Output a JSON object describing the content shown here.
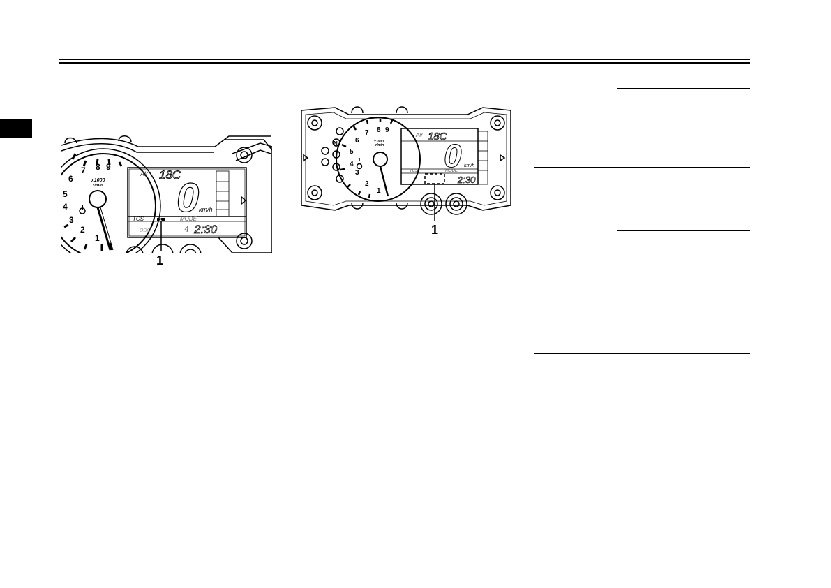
{
  "page": {
    "accent": "#000000"
  },
  "figure_left": {
    "callout": "1",
    "dial_numbers": [
      "1",
      "2",
      "3",
      "4",
      "5",
      "6",
      "7",
      "8",
      "9"
    ],
    "dial_unit_line1": "x1000",
    "dial_unit_line2": "r/min",
    "air_label": "Air",
    "air_value": "18C",
    "speed_value": "0",
    "speed_unit": "km/h",
    "tcs_label": "TCS",
    "tcs_value": "1",
    "mode_label": "MODE",
    "odo_label": "ODO",
    "gear_value": "4",
    "clock_value": "2:30"
  },
  "figure_right": {
    "callout": "1",
    "dial_numbers": [
      "1",
      "2",
      "3",
      "4",
      "5",
      "6",
      "7",
      "8",
      "9"
    ],
    "dial_unit_line1": "x1000",
    "dial_unit_line2": "r/min",
    "air_label": "Air",
    "air_value": "18C",
    "speed_value": "0",
    "speed_unit": "km/h",
    "tcs_label": "TCS",
    "mode_label": "MODE",
    "clock_value": "2:30",
    "indicator_n": "N"
  }
}
